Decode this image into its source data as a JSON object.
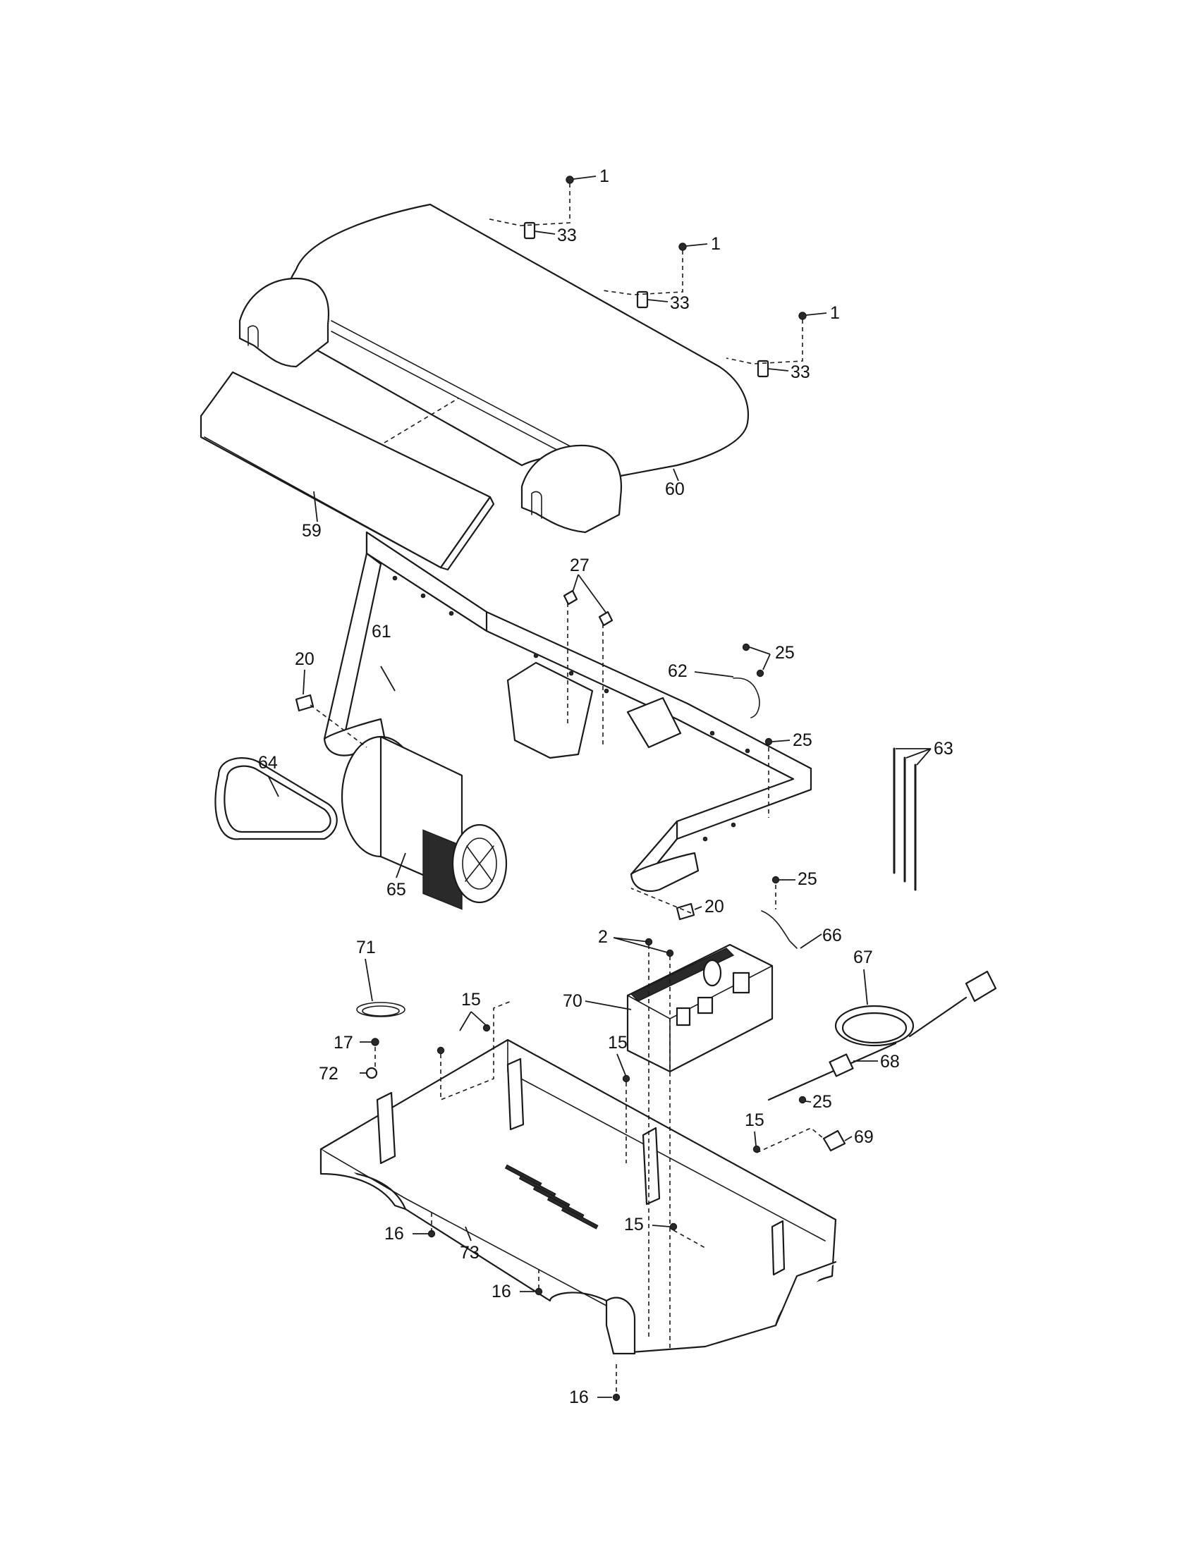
{
  "callouts": [
    {
      "id": "c1a",
      "text": "1"
    },
    {
      "id": "c1b",
      "text": "1"
    },
    {
      "id": "c1c",
      "text": "1"
    },
    {
      "id": "c33a",
      "text": "33"
    },
    {
      "id": "c33b",
      "text": "33"
    },
    {
      "id": "c33c",
      "text": "33"
    },
    {
      "id": "c59",
      "text": "59"
    },
    {
      "id": "c60",
      "text": "60"
    },
    {
      "id": "c27",
      "text": "27"
    },
    {
      "id": "c61",
      "text": "61"
    },
    {
      "id": "c20a",
      "text": "20"
    },
    {
      "id": "c25a",
      "text": "25"
    },
    {
      "id": "c62",
      "text": "62"
    },
    {
      "id": "c25b",
      "text": "25"
    },
    {
      "id": "c63",
      "text": "63"
    },
    {
      "id": "c64",
      "text": "64"
    },
    {
      "id": "c65",
      "text": "65"
    },
    {
      "id": "c25c",
      "text": "25"
    },
    {
      "id": "c20b",
      "text": "20"
    },
    {
      "id": "c66",
      "text": "66"
    },
    {
      "id": "c2",
      "text": "2"
    },
    {
      "id": "c71",
      "text": "71"
    },
    {
      "id": "c67",
      "text": "67"
    },
    {
      "id": "c15a",
      "text": "15"
    },
    {
      "id": "c70",
      "text": "70"
    },
    {
      "id": "c17",
      "text": "17"
    },
    {
      "id": "c15b",
      "text": "15"
    },
    {
      "id": "c68",
      "text": "68"
    },
    {
      "id": "c72",
      "text": "72"
    },
    {
      "id": "c25d",
      "text": "25"
    },
    {
      "id": "c15c",
      "text": "15"
    },
    {
      "id": "c69",
      "text": "69"
    },
    {
      "id": "c16a",
      "text": "16"
    },
    {
      "id": "c73",
      "text": "73"
    },
    {
      "id": "c15d",
      "text": "15"
    },
    {
      "id": "c16b",
      "text": "16"
    },
    {
      "id": "c16c",
      "text": "16"
    }
  ]
}
